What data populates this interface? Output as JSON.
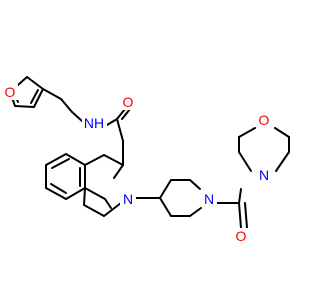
{
  "colors": {
    "bond": "#000000",
    "oxygen": "#ff0000",
    "nitrogen": "#0000ff",
    "background": "#ffffff"
  },
  "atoms": {
    "furan_o": {
      "element": "O",
      "label": "O"
    },
    "amide_n": {
      "element": "N",
      "label": "NH"
    },
    "carbonyl_o": {
      "element": "O",
      "label": "O"
    },
    "ring_n": {
      "element": "N",
      "label": "N"
    },
    "piperidine_n": {
      "element": "N",
      "label": "N"
    },
    "urea_o": {
      "element": "O",
      "label": "O"
    },
    "morpholine_n": {
      "element": "N",
      "label": "N"
    },
    "morpholine_o": {
      "element": "O",
      "label": "O"
    }
  }
}
